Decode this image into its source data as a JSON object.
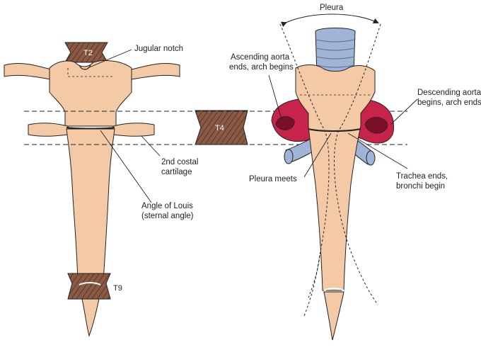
{
  "vertebra_labels": {
    "t2": "T2",
    "t4": "T4",
    "t9": "T9"
  },
  "labels": {
    "pleura": "Pleura",
    "jugular_notch": "Jugular notch",
    "costal_cartilage": [
      "2nd costal",
      "cartilage"
    ],
    "angle_of_louis": [
      "Angle of Louis",
      "(sternal angle)"
    ],
    "ascending_aorta": [
      "Ascending aorta",
      "ends, arch begins"
    ],
    "descending_aorta": [
      "Descending aorta",
      "begins, arch ends"
    ],
    "pleura_meets": "Pleura meets",
    "trachea_ends": [
      "Trachea ends,",
      "bronchi begin"
    ]
  },
  "colors": {
    "sternum": "#f4c9a6",
    "vertebra": "#8a5a44",
    "aorta": "#c8234a",
    "trachea": "#9fb4d6",
    "outline": "#222222"
  }
}
